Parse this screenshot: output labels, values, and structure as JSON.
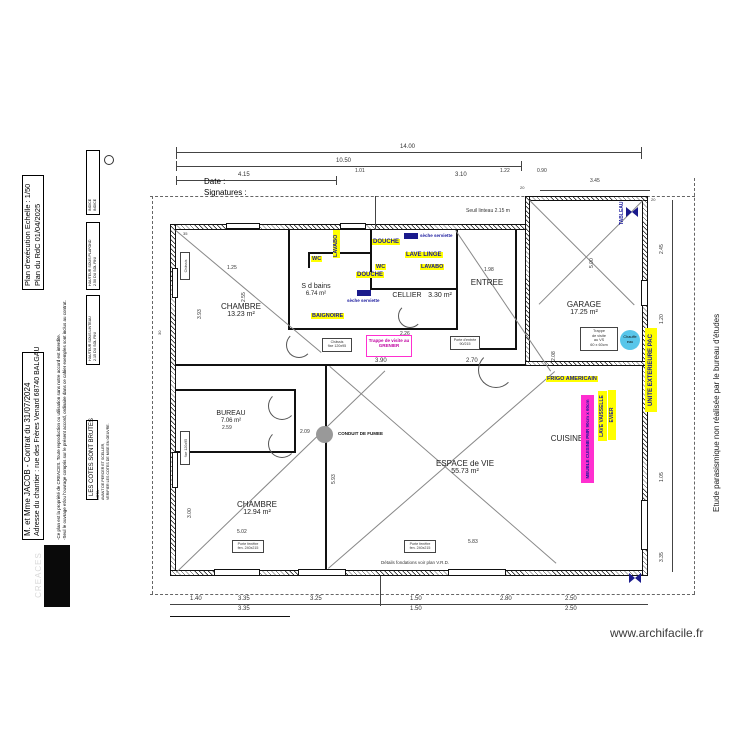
{
  "watermark": "www.archifacile.fr",
  "logo": {
    "text": "CREACES"
  },
  "titleblock": {
    "client": "M. et Mme JACOB - Contrat du 31/07/2024",
    "address": "Adresse du chantier : rue des Frères Venard    68740 BALGAU",
    "plan_title": "Plan d'exécution  Echelle : 1/50",
    "plan_subtitle": "Plan du RdC   01/04/2025",
    "legal_line1": "-Ce plan est la propriété de CREACES. Toute reproduction ou utilisation sans notre accord est interdite.",
    "legal_line2": "-Seul le ouvrage et/ou l'ouvrage compris sur le présent accord, ordinaire dans ce cahier exemples sont inclus au contrat.",
    "box_hauteur1": "HAUTEUR SOUS LINTEAU",
    "box_hauteur1b": "2.15 DU SOL FINI",
    "box_hauteur2": "HAUTEUR SOUS PLAFOND",
    "box_hauteur2b": "2.50 DU SOL FINI",
    "box_indice_label": "INDICE",
    "box_indice_value": "INDICE",
    "box_indice_mark": "0",
    "cotes_title": "LES COTES SONT BRUTES",
    "cotes_nota": "NOTA :",
    "cotes_note1": "AVANT DE PERCER ET SCELLER,",
    "cotes_note2": "VERIFIER LES COTES DE MISE EN OEUVRE."
  },
  "sheet": {
    "date_label": "Date :",
    "signature_label": "Signatures :",
    "right_note": "Etude parasismique non réalisée par le bureau d'études"
  },
  "rooms": [
    {
      "name": "CHAMBRE",
      "area": "13.23 m²"
    },
    {
      "name": "S d bains",
      "area": "6.74 m²"
    },
    {
      "name": "CELLIER",
      "area": "3.30 m²"
    },
    {
      "name": "ENTREE",
      "area": ""
    },
    {
      "name": "GARAGE",
      "area": "17.25 m²"
    },
    {
      "name": "BUREAU",
      "area": "7.06 m²"
    },
    {
      "name": "CHAMBRE",
      "area": "12.94 m²"
    },
    {
      "name": "ESPACE de VIE",
      "area": "55.73 m²"
    },
    {
      "name": "CUISINE",
      "area": ""
    }
  ],
  "chips": {
    "wc_top": "WC",
    "lavabo_left": "LAVABO",
    "douche_top": "DOUCHE",
    "wc_mid": "WC",
    "lavabo_right": "LAVABO",
    "lave_linge": "LAVE LINGE",
    "douche_bot": "DOUCHE",
    "baignoire": "BAIGNOIRE",
    "seche1": "sèche serviette",
    "seche2": "sèche serviette",
    "frigo": "FRIGO AMERICAIN",
    "unite_ext": "UNITE EXTERIEURE PAC",
    "evier": "EVIER",
    "lave_vaisselle": "LAVE VAISSELLE",
    "meuble_cuisine": "MEUBLE CUISINE PMR 90cm x 60cm",
    "trappe_grenier": "Trappe de visite au GRENIER",
    "conduit": "CONDUIT DE FUMEE",
    "tableau": "TABLEAU"
  },
  "notes": {
    "trappe_vs_l1": "Trappe",
    "trappe_vs_l2": "de visite",
    "trappe_vs_l3": "au VS",
    "trappe_vs_l4": "60 x 60cm",
    "chauffe_l1": "Chauffe",
    "chauffe_l2": "eau",
    "seuil": "Seuil linteau 2.15 m",
    "porte_l1": "Porte d'entrée",
    "porte_l2": "90/215",
    "dwindow_l1": "Châssis",
    "dwindow_l2": "fixe 120x95",
    "dwindow_l3": "Porte fenêtre",
    "dwindow_l4": "fen. 240x215",
    "bottom_note": "Détails fondations voir plan V.R.D."
  },
  "dims": {
    "top_total": "14.00",
    "top_a": "10.50",
    "top_b": "4.15",
    "top_c": "3.10",
    "top_d": "1.01",
    "top_e": "1.22",
    "top_f": "0.90",
    "garage_top": "3.45",
    "garage_h": "5.00",
    "garage_w2": "2.08",
    "chambre1_w": "1.25",
    "chambre1_h": "3.93",
    "sdb_h": "2.55",
    "cellier_h": "2.26",
    "entry_w": "1.98",
    "espace_w": "3.90",
    "espace_w2": "2.70",
    "bureau_w": "2.59",
    "bureau_h": "2.09",
    "bureau_h2": "5.93",
    "chambre2_h": "3.00",
    "chambre2_w": "5.02",
    "espace_bot_w": "5.83",
    "bot_1": "1.40",
    "bot_2": "3.35",
    "bot_3": "3.25",
    "bot_4": "1.50",
    "bot_5": "2.80",
    "bot_6": "2.50",
    "right_1": "2.45",
    "right_2": "1.20",
    "right_3": "1.05",
    "right_4": "3.35",
    "small_20": "20",
    "small_35": "35",
    "small_30": "30"
  },
  "colors": {
    "highlight_yellow": "#ffff00",
    "highlight_magenta": "#ff2fd0",
    "chip_text_blue": "#16169c",
    "navy_block": "#1a1a8c",
    "chauffe_blue": "#58c6ea",
    "wall_stroke": "#111111"
  }
}
